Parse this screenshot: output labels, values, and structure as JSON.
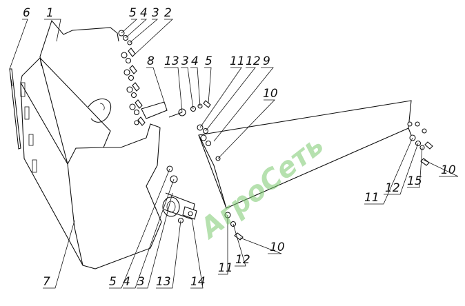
{
  "watermark": "АгроСеть",
  "callouts": {
    "c6": "6",
    "c1": "1",
    "c5a": "5",
    "c4a": "4",
    "c3a": "3",
    "c2a": "2",
    "c8": "8",
    "c13a": "13",
    "c3b": "3",
    "c4b": "4",
    "c5b": "5",
    "c11a": "11",
    "c12a": "12",
    "c9": "9",
    "c10a": "10",
    "c10b": "10",
    "c11b": "11",
    "c12b": "12",
    "c15": "15",
    "c11c": "11",
    "c12c": "12",
    "c10c": "10",
    "c5c": "5",
    "c4c": "4",
    "c3c": "3",
    "c13b": "13",
    "c14": "14",
    "c7": "7"
  }
}
